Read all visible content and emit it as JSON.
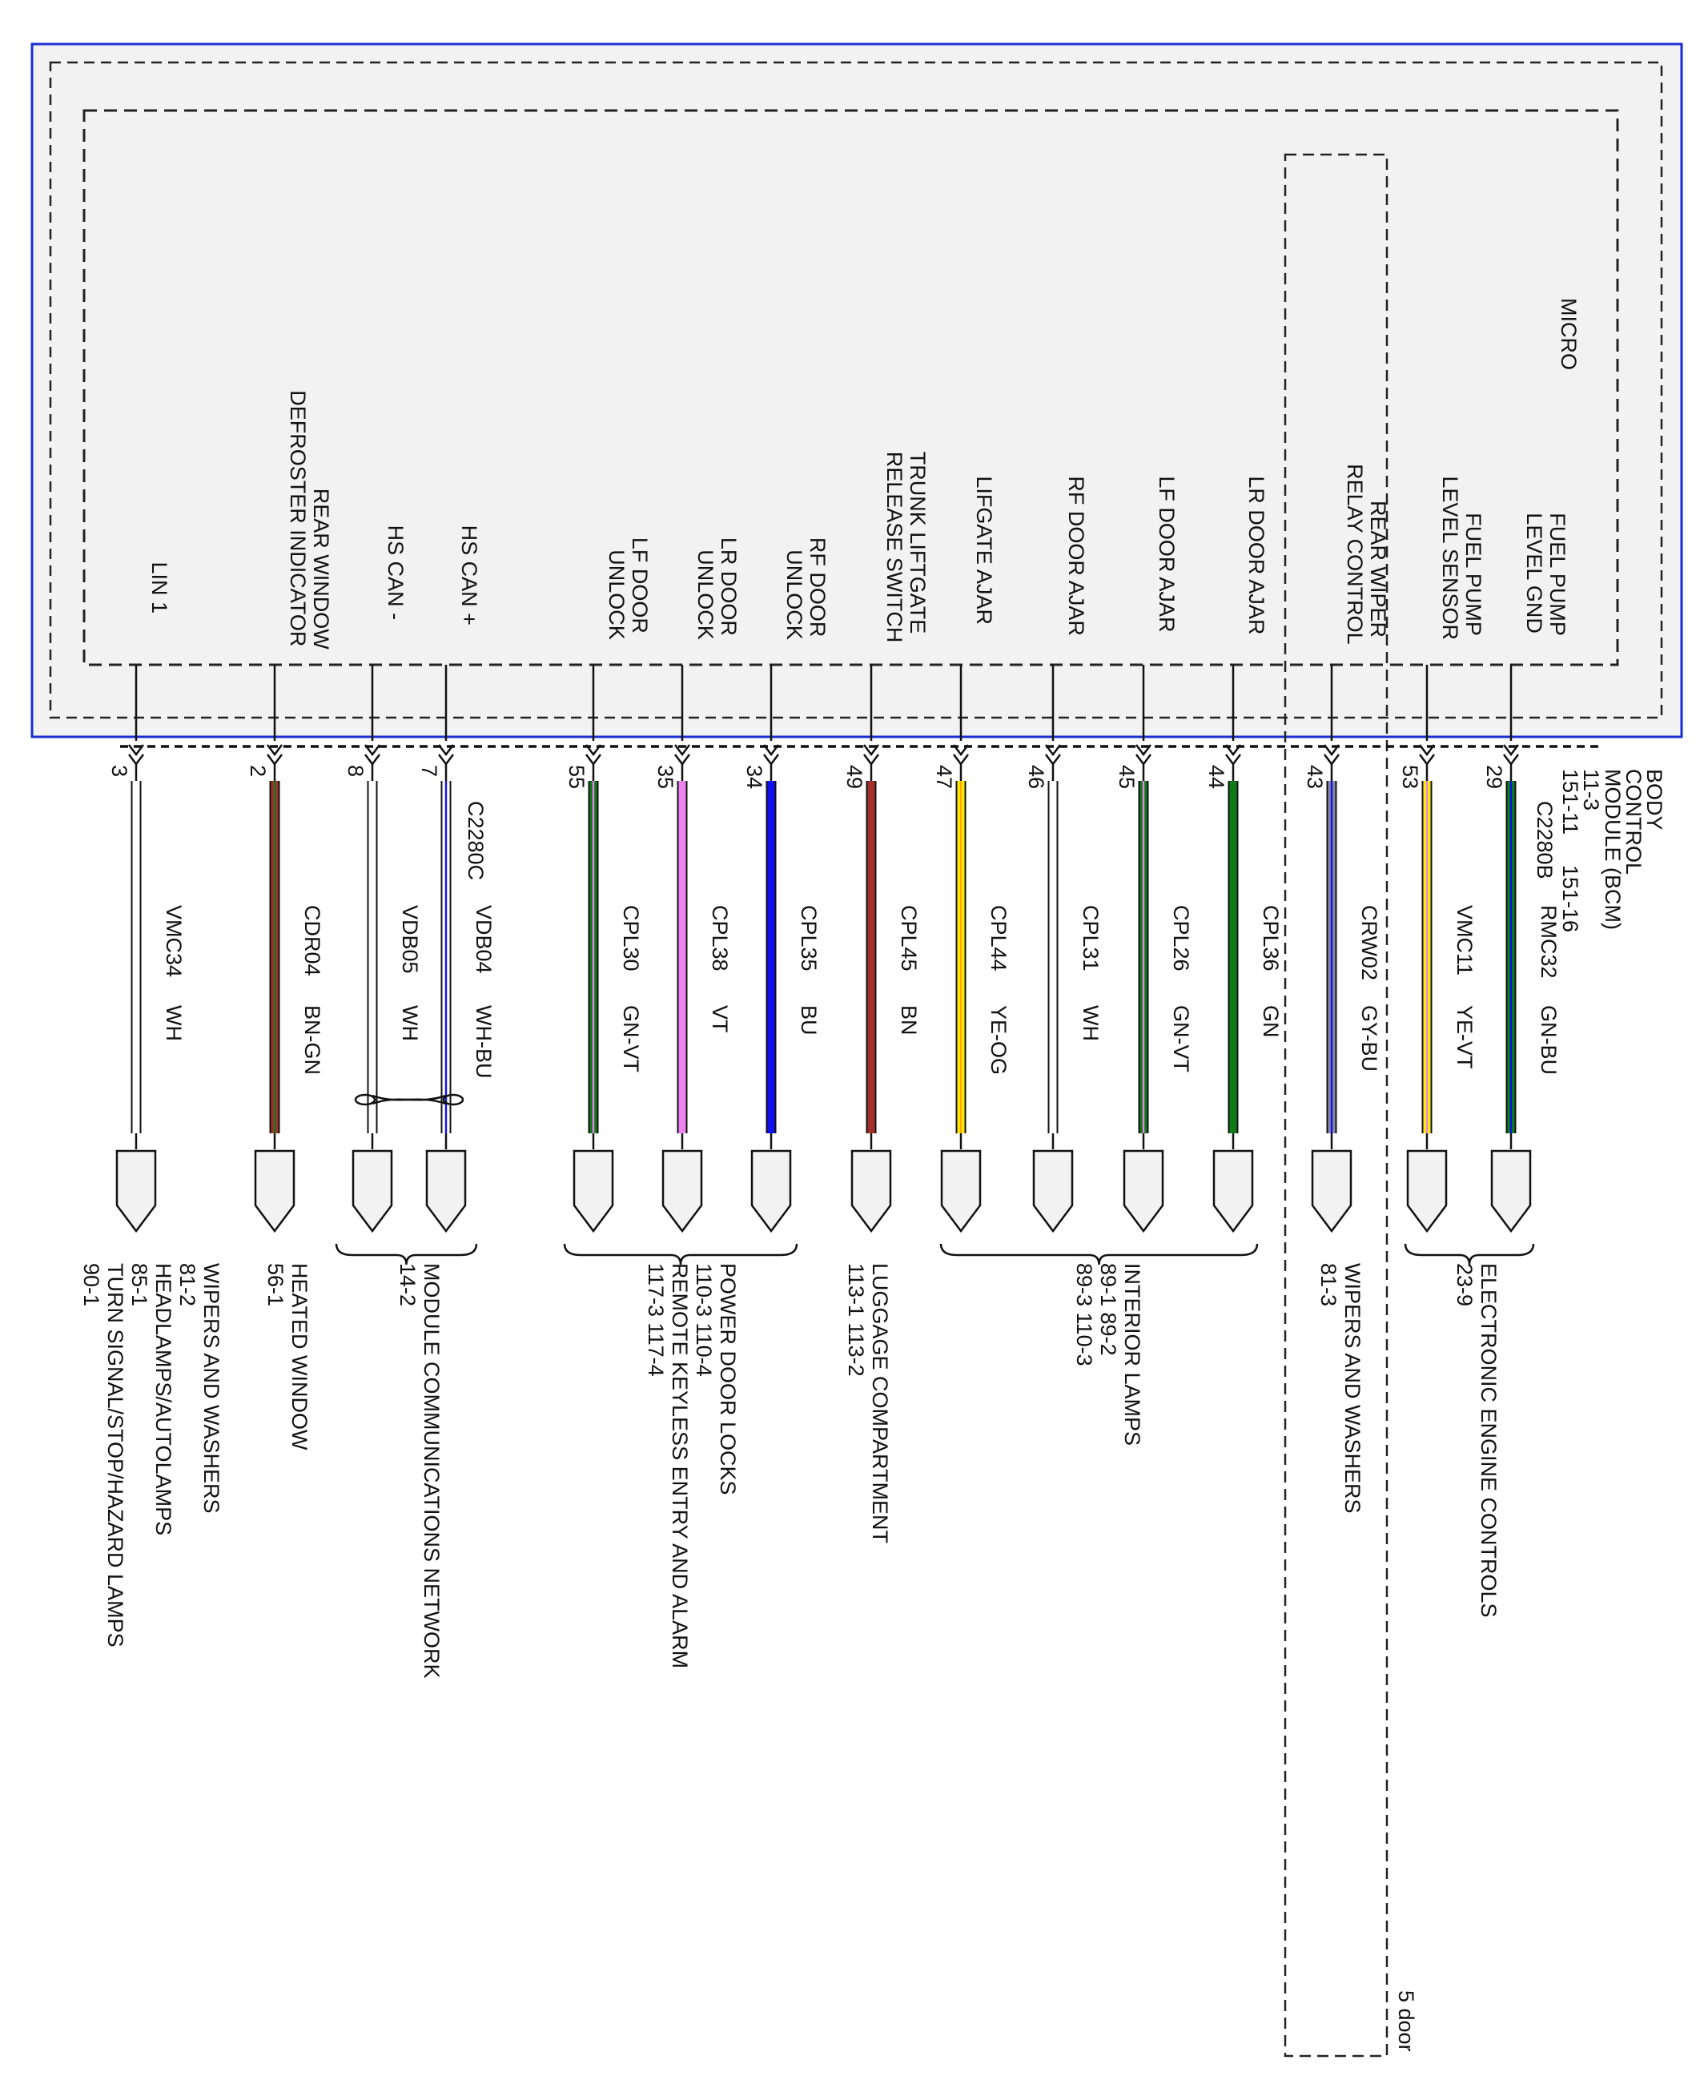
{
  "module": {
    "name_lines": [
      "BODY",
      "CONTROL",
      "MODULE (BCM)"
    ],
    "refs": [
      "11-3",
      "151-11",
      "151-16"
    ],
    "micro_label": "MICRO"
  },
  "connectors": {
    "c_b": "C2280B",
    "c_c": "C2280C"
  },
  "option_label": "5 door",
  "colors": {
    "border": "#1a2fd1",
    "panel": "#f2f2f2",
    "WH": "#ffffff",
    "BN": "#a3302d",
    "GN": "#0f7a1a",
    "VT": "#ee82ee",
    "BU": "#1010f0",
    "YE": "#ffee00",
    "OG": "#ffa500",
    "GY": "#8a8aa6"
  },
  "wires": [
    {
      "pin": "29",
      "circuit": "RMC32",
      "color_code": "GN-BU",
      "base": "GN",
      "stripe": "BU",
      "signal": [
        "FUEL PUMP",
        "LEVEL GND"
      ],
      "conn": "b"
    },
    {
      "pin": "53",
      "circuit": "VMC11",
      "color_code": "YE-VT",
      "base": "YE",
      "stripe": "VT",
      "signal": [
        "FUEL PUMP",
        "LEVEL SENSOR"
      ],
      "conn": "b"
    },
    {
      "pin": "43",
      "circuit": "CRW02",
      "color_code": "GY-BU",
      "base": "GY",
      "stripe": "BU",
      "signal": [
        "REAR WIPER",
        "RELAY CONTROL"
      ],
      "conn": "b"
    },
    {
      "pin": "44",
      "circuit": "CPL36",
      "color_code": "GN",
      "base": "GN",
      "stripe": null,
      "signal": [
        "LR DOOR AJAR"
      ],
      "conn": "b"
    },
    {
      "pin": "45",
      "circuit": "CPL26",
      "color_code": "GN-VT",
      "base": "GN",
      "stripe": "VT",
      "signal": [
        "LF DOOR AJAR"
      ],
      "conn": "b"
    },
    {
      "pin": "46",
      "circuit": "CPL31",
      "color_code": "WH",
      "base": "WH",
      "stripe": null,
      "signal": [
        "RF DOOR AJAR"
      ],
      "conn": "b"
    },
    {
      "pin": "47",
      "circuit": "CPL44",
      "color_code": "YE-OG",
      "base": "YE",
      "stripe": "OG",
      "signal": [
        "LIFGATE AJAR"
      ],
      "conn": "b"
    },
    {
      "pin": "49",
      "circuit": "CPL45",
      "color_code": "BN",
      "base": "BN",
      "stripe": null,
      "signal": [
        "TRUNK LIFTGATE",
        "RELEASE SWITCH"
      ],
      "conn": "b"
    },
    {
      "pin": "34",
      "circuit": "CPL35",
      "color_code": "BU",
      "base": "BU",
      "stripe": null,
      "signal": [
        "RF DOOR",
        "UNLOCK"
      ],
      "conn": "b"
    },
    {
      "pin": "35",
      "circuit": "CPL38",
      "color_code": "VT",
      "base": "VT",
      "stripe": null,
      "signal": [
        "LR DOOR",
        "UNLOCK"
      ],
      "conn": "b"
    },
    {
      "pin": "55",
      "circuit": "CPL30",
      "color_code": "GN-VT",
      "base": "GN",
      "stripe": "VT",
      "signal": [
        "LF DOOR",
        "UNLOCK"
      ],
      "conn": "b"
    },
    {
      "pin": "7",
      "circuit": "VDB04",
      "color_code": "WH-BU",
      "base": "WH",
      "stripe": "BU",
      "signal": [
        "HS CAN +"
      ],
      "conn": "c"
    },
    {
      "pin": "8",
      "circuit": "VDB05",
      "color_code": "WH",
      "base": "WH",
      "stripe": null,
      "signal": [
        "HS CAN -"
      ],
      "conn": "c"
    },
    {
      "pin": "2",
      "circuit": "CDR04",
      "color_code": "BN-GN",
      "base": "BN",
      "stripe": "GN",
      "signal": [
        "REAR WINDOW",
        "DEFROSTER INDICATOR"
      ],
      "conn": "c"
    },
    {
      "pin": "3",
      "circuit": "VMC34",
      "color_code": "WH",
      "base": "WH",
      "stripe": null,
      "signal": [
        "LIN 1"
      ],
      "conn": "c"
    }
  ],
  "destinations": [
    {
      "lines": [
        "ELECTRONIC ENGINE CONTROLS",
        "23-9"
      ]
    },
    {
      "lines": [
        "WIPERS AND WASHERS",
        "81-3"
      ]
    },
    {
      "lines": [
        "INTERIOR LAMPS",
        "89-1     89-2",
        "89-3     110-3"
      ]
    },
    {
      "lines": [
        "LUGGAGE COMPARTMENT",
        "113-1    113-2"
      ]
    },
    {
      "lines": [
        "POWER DOOR LOCKS",
        "110-3     110-4",
        "REMOTE KEYLESS ENTRY AND ALARM",
        "117-3     117-4"
      ]
    },
    {
      "lines": [
        "MODULE COMMUNICATIONS NETWORK",
        "14-2"
      ]
    },
    {
      "lines": [
        "HEATED WINDOW",
        "56-1"
      ]
    },
    {
      "lines": [
        "WIPERS AND WASHERS",
        "81-2",
        "HEADLAMPS/AUTOLAMPS",
        "85-1",
        "TURN SIGNAL/STOP/HAZARD LAMPS",
        "90-1"
      ]
    }
  ]
}
